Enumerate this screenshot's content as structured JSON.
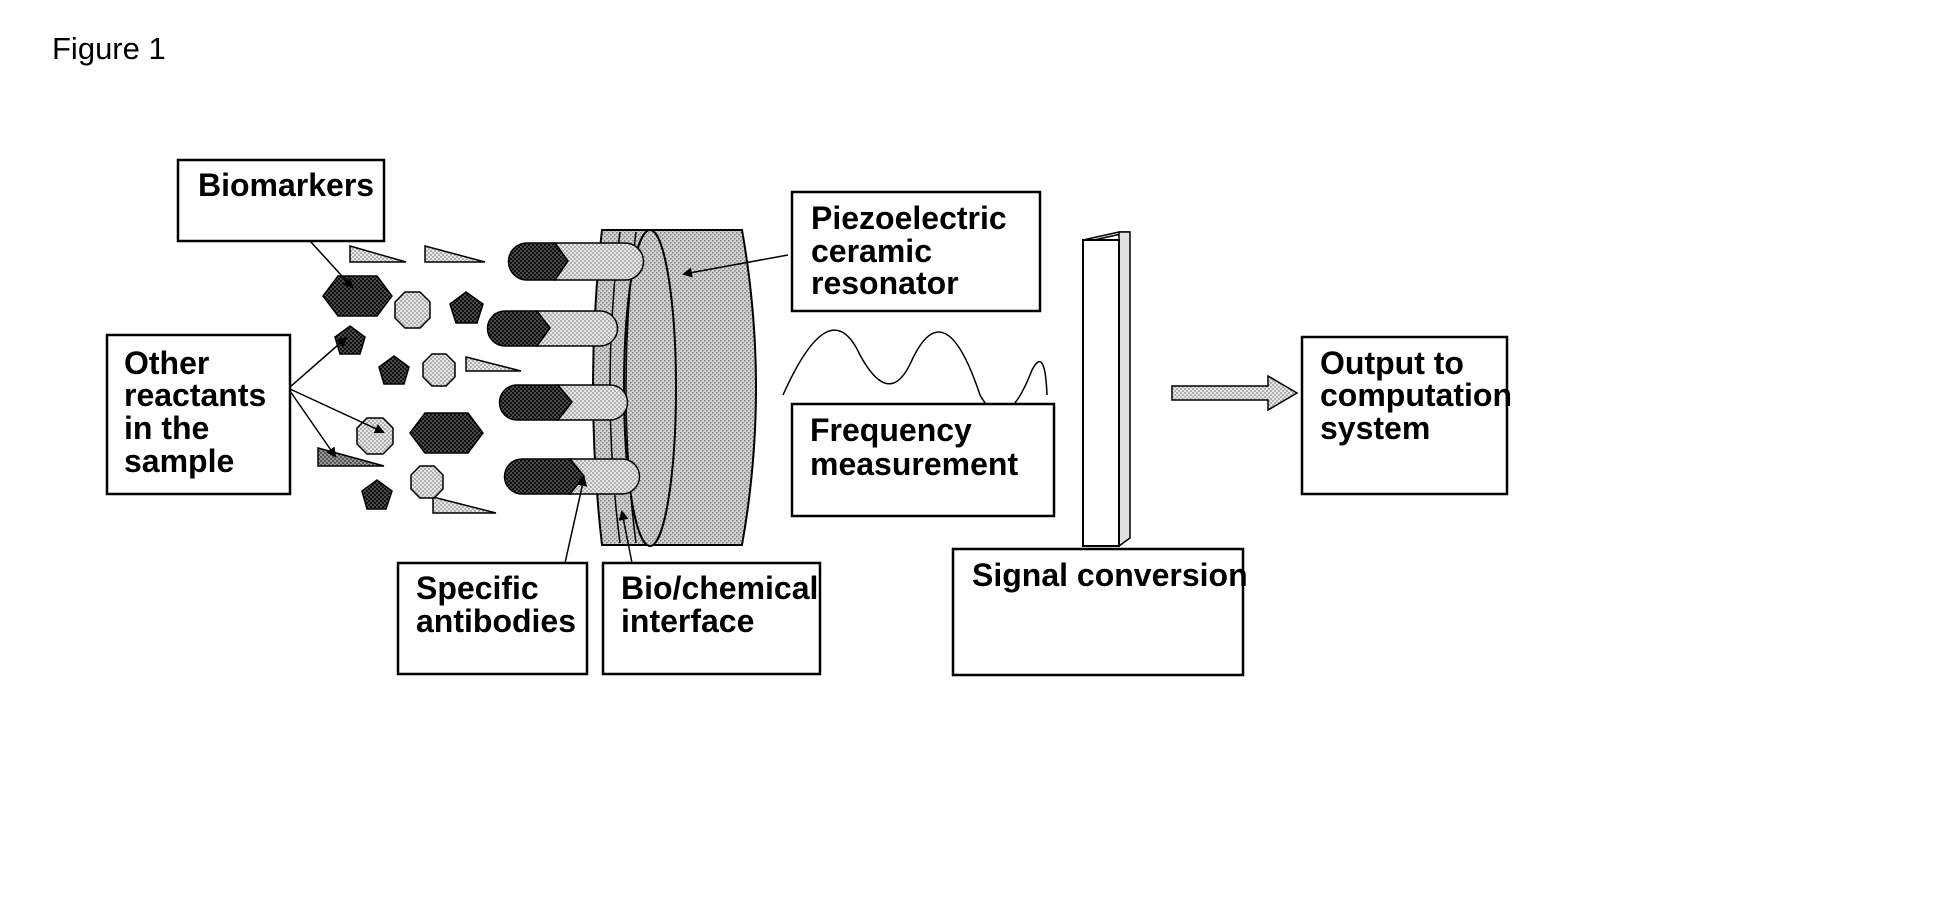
{
  "figure_label": "Figure 1",
  "labels": {
    "biomarkers": [
      "Biomarkers"
    ],
    "other_reactants": [
      "Other",
      "reactants",
      "in the",
      "sample"
    ],
    "piezo": [
      "Piezoelectric",
      "ceramic",
      "resonator"
    ],
    "frequency": [
      "Frequency",
      "measurement"
    ],
    "output": [
      "Output to",
      "computation",
      "system"
    ],
    "antibodies": [
      "Specific",
      "antibodies"
    ],
    "interface": [
      "Bio/chemical",
      "interface"
    ],
    "signal": [
      "Signal conversion"
    ]
  },
  "colors": {
    "dark_dots": "#2a2a2a",
    "medium_dots": "#7a7a7a",
    "light_dots": "#cfcfcf",
    "resonator_fill": "#c4c4c4"
  }
}
